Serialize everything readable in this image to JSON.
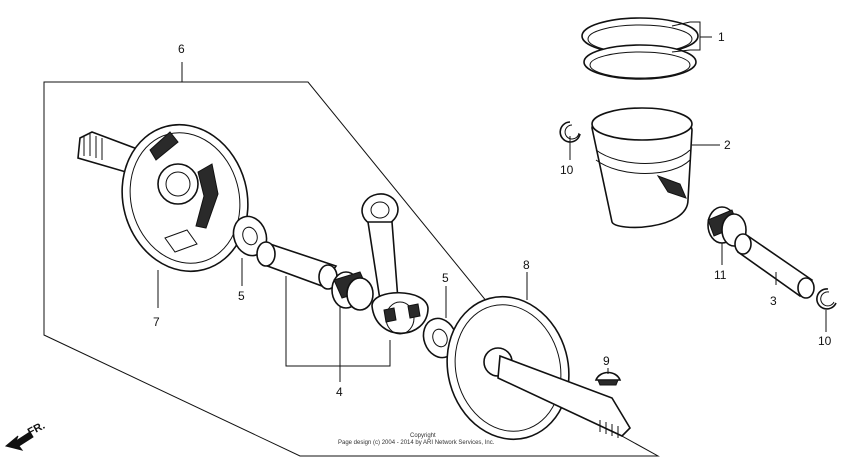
{
  "callouts": {
    "c1": "1",
    "c2": "2",
    "c3": "3",
    "c4": "4",
    "c5a": "5",
    "c5b": "5",
    "c6": "6",
    "c7": "7",
    "c8": "8",
    "c9": "9",
    "c10a": "10",
    "c10b": "10",
    "c11": "11"
  },
  "copyright": {
    "line1": "Copyright",
    "line2": "Page design (c) 2004 - 2014 by ARI Network Services, Inc."
  },
  "direction": {
    "label": "FR."
  },
  "colors": {
    "ink": "#111111",
    "background": "#ffffff"
  }
}
